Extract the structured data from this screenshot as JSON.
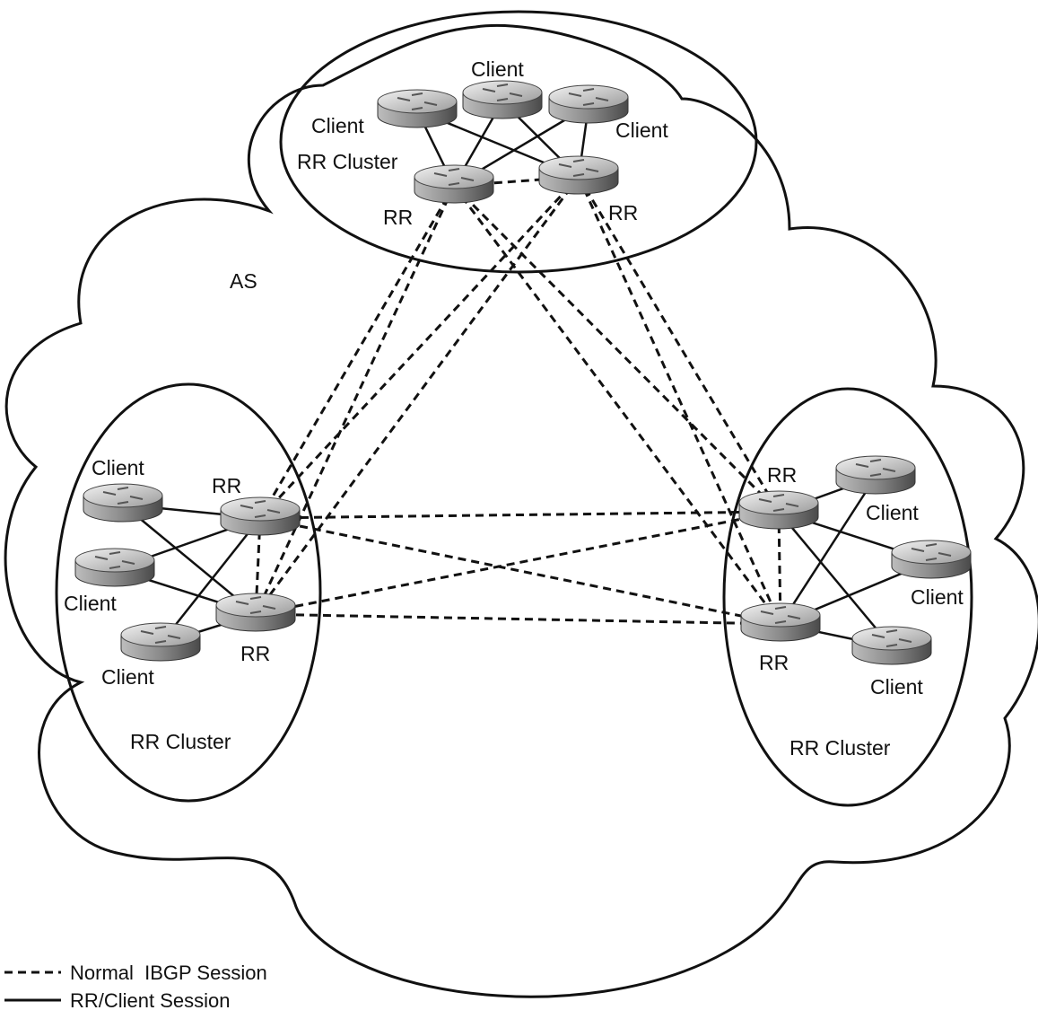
{
  "as_label": "AS",
  "clusters": {
    "top": {
      "label": "RR Cluster",
      "clients": [
        {
          "id": "tc1",
          "label": "Client"
        },
        {
          "id": "tc2",
          "label": "Client"
        },
        {
          "id": "tc3",
          "label": "Client"
        }
      ],
      "reflectors": [
        {
          "id": "tr1",
          "label": "RR"
        },
        {
          "id": "tr2",
          "label": "RR"
        }
      ]
    },
    "left": {
      "label": "RR Cluster",
      "clients": [
        {
          "id": "lc1",
          "label": "Client"
        },
        {
          "id": "lc2",
          "label": "Client"
        },
        {
          "id": "lc3",
          "label": "Client"
        }
      ],
      "reflectors": [
        {
          "id": "lr1",
          "label": "RR"
        },
        {
          "id": "lr2",
          "label": "RR"
        }
      ]
    },
    "right": {
      "label": "RR Cluster",
      "clients": [
        {
          "id": "rc1",
          "label": "Client"
        },
        {
          "id": "rc2",
          "label": "Client"
        },
        {
          "id": "rc3",
          "label": "Client"
        }
      ],
      "reflectors": [
        {
          "id": "rr1",
          "label": "RR"
        },
        {
          "id": "rr2",
          "label": "RR"
        }
      ]
    }
  },
  "rr_client_sessions": [
    [
      "tr1",
      "tc1"
    ],
    [
      "tr1",
      "tc2"
    ],
    [
      "tr1",
      "tc3"
    ],
    [
      "tr2",
      "tc1"
    ],
    [
      "tr2",
      "tc2"
    ],
    [
      "tr2",
      "tc3"
    ],
    [
      "lr1",
      "lc1"
    ],
    [
      "lr1",
      "lc2"
    ],
    [
      "lr1",
      "lc3"
    ],
    [
      "lr2",
      "lc1"
    ],
    [
      "lr2",
      "lc2"
    ],
    [
      "lr2",
      "lc3"
    ],
    [
      "rr1",
      "rc1"
    ],
    [
      "rr1",
      "rc2"
    ],
    [
      "rr1",
      "rc3"
    ],
    [
      "rr2",
      "rc1"
    ],
    [
      "rr2",
      "rc2"
    ],
    [
      "rr2",
      "rc3"
    ]
  ],
  "ibgp_sessions": [
    [
      "tr1",
      "tr2"
    ],
    [
      "lr1",
      "lr2"
    ],
    [
      "rr1",
      "rr2"
    ],
    [
      "tr1",
      "lr1"
    ],
    [
      "tr1",
      "lr2"
    ],
    [
      "tr2",
      "lr1"
    ],
    [
      "tr2",
      "lr2"
    ],
    [
      "tr1",
      "rr1"
    ],
    [
      "tr1",
      "rr2"
    ],
    [
      "tr2",
      "rr1"
    ],
    [
      "tr2",
      "rr2"
    ],
    [
      "lr1",
      "rr1"
    ],
    [
      "lr1",
      "rr2"
    ],
    [
      "lr2",
      "rr1"
    ],
    [
      "lr2",
      "rr2"
    ]
  ],
  "legend": {
    "ibgp": "Normal  IBGP Session",
    "rr_client": "RR/Client Session"
  }
}
